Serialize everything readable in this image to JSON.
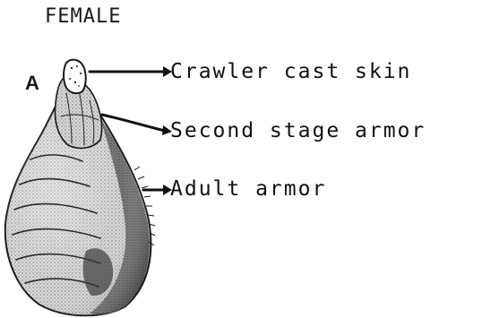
{
  "figure": {
    "title": "FEMALE",
    "panel_letter": "A",
    "labels": {
      "crawler_cast_skin": "Crawler cast skin",
      "second_stage_armor": "Second stage armor",
      "adult_armor": "Adult armor"
    }
  },
  "colors": {
    "ink": "#111111",
    "stipple_light": "#bdbdbd",
    "stipple_dark": "#3a3a3a",
    "background": "#ffffff"
  }
}
